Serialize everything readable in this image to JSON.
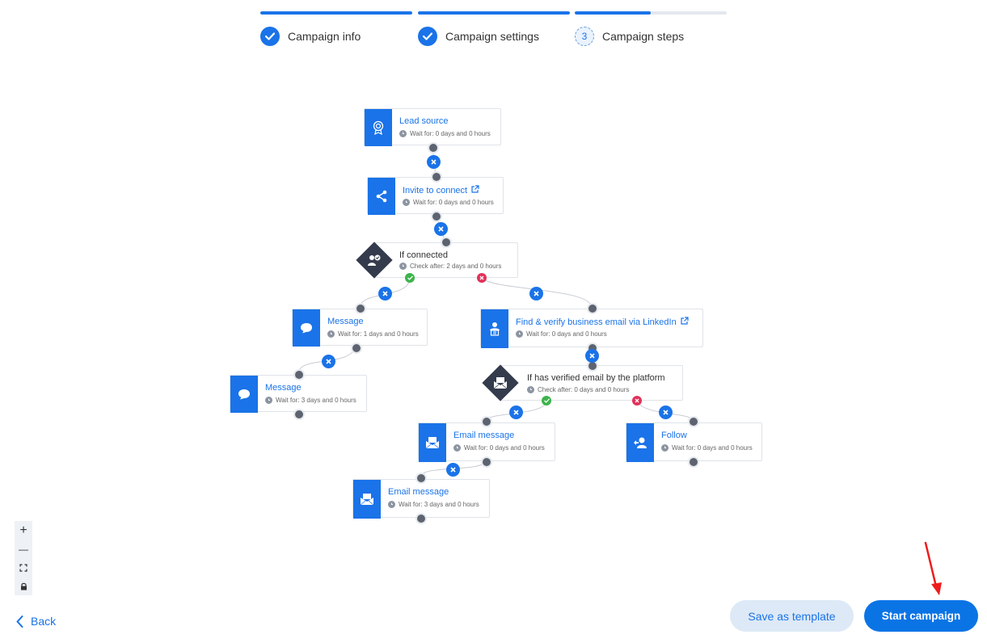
{
  "steps": [
    {
      "label": "Campaign info",
      "state": "done",
      "progress": 1.0
    },
    {
      "label": "Campaign settings",
      "state": "done",
      "progress": 1.0
    },
    {
      "label": "Campaign steps",
      "state": "current",
      "number": "3",
      "progress": 0.5
    }
  ],
  "nodes": {
    "lead_source": {
      "title": "Lead source",
      "sub": "Wait for: 0 days and 0 hours",
      "icon": "lead-source-icon"
    },
    "invite": {
      "title": "Invite to connect",
      "sub": "Wait for: 0 days and 0 hours",
      "icon": "share-icon"
    },
    "if_connected": {
      "title": "If connected",
      "sub": "Check after: 2 days and 0 hours",
      "icon": "connected-user-icon"
    },
    "message1": {
      "title": "Message",
      "sub": "Wait for: 1 days and 0 hours",
      "icon": "chat-bubble-icon"
    },
    "message2": {
      "title": "Message",
      "sub": "Wait for: 3 days and 0 hours",
      "icon": "chat-bubble-icon"
    },
    "find_email": {
      "title": "Find & verify business email via LinkedIn",
      "sub": "Wait for: 0 days and 0 hours",
      "icon": "find-email-icon"
    },
    "if_verified": {
      "title": "If has verified email by the platform",
      "sub": "Check after: 0 days and 0 hours",
      "icon": "envelope-icon"
    },
    "email1": {
      "title": "Email message",
      "sub": "Wait for: 0 days and 0 hours",
      "icon": "envelope-icon"
    },
    "follow": {
      "title": "Follow",
      "sub": "Wait for: 0 days and 0 hours",
      "icon": "follow-icon"
    },
    "email2": {
      "title": "Email message",
      "sub": "Wait for: 3 days and 0 hours",
      "icon": "envelope-icon"
    }
  },
  "zoom_controls": {
    "zoom_in": "+",
    "zoom_out": "—"
  },
  "footer": {
    "back_label": "Back",
    "save_template_label": "Save as template",
    "start_label": "Start campaign"
  },
  "colors": {
    "accent": "#1a73e8",
    "start_button": "#0b74e5",
    "condition": "#343b4d",
    "success": "#3cb44b",
    "failure": "#e1325a",
    "annotation": "#ee1c1c"
  }
}
